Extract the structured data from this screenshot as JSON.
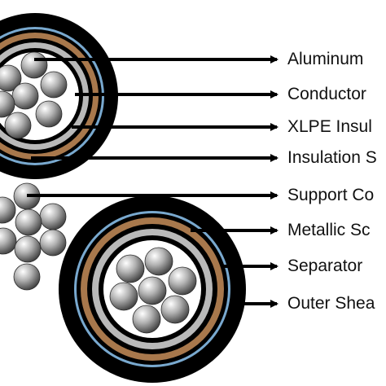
{
  "labels": [
    "Aluminum",
    "Conductor",
    "XLPE Insul",
    "Insulation S",
    "Support Co",
    "Metallic Sc",
    "Separator",
    "Outer Shea"
  ],
  "colors": {
    "sheath": "#000000",
    "bronze_layer": "#a8784c",
    "blue_layer": "#79a9cf",
    "silver_layer": "#b9b9b9",
    "inner_fill": "#ffffff",
    "strand": "#a0a0a0",
    "arrow": "#000000"
  }
}
